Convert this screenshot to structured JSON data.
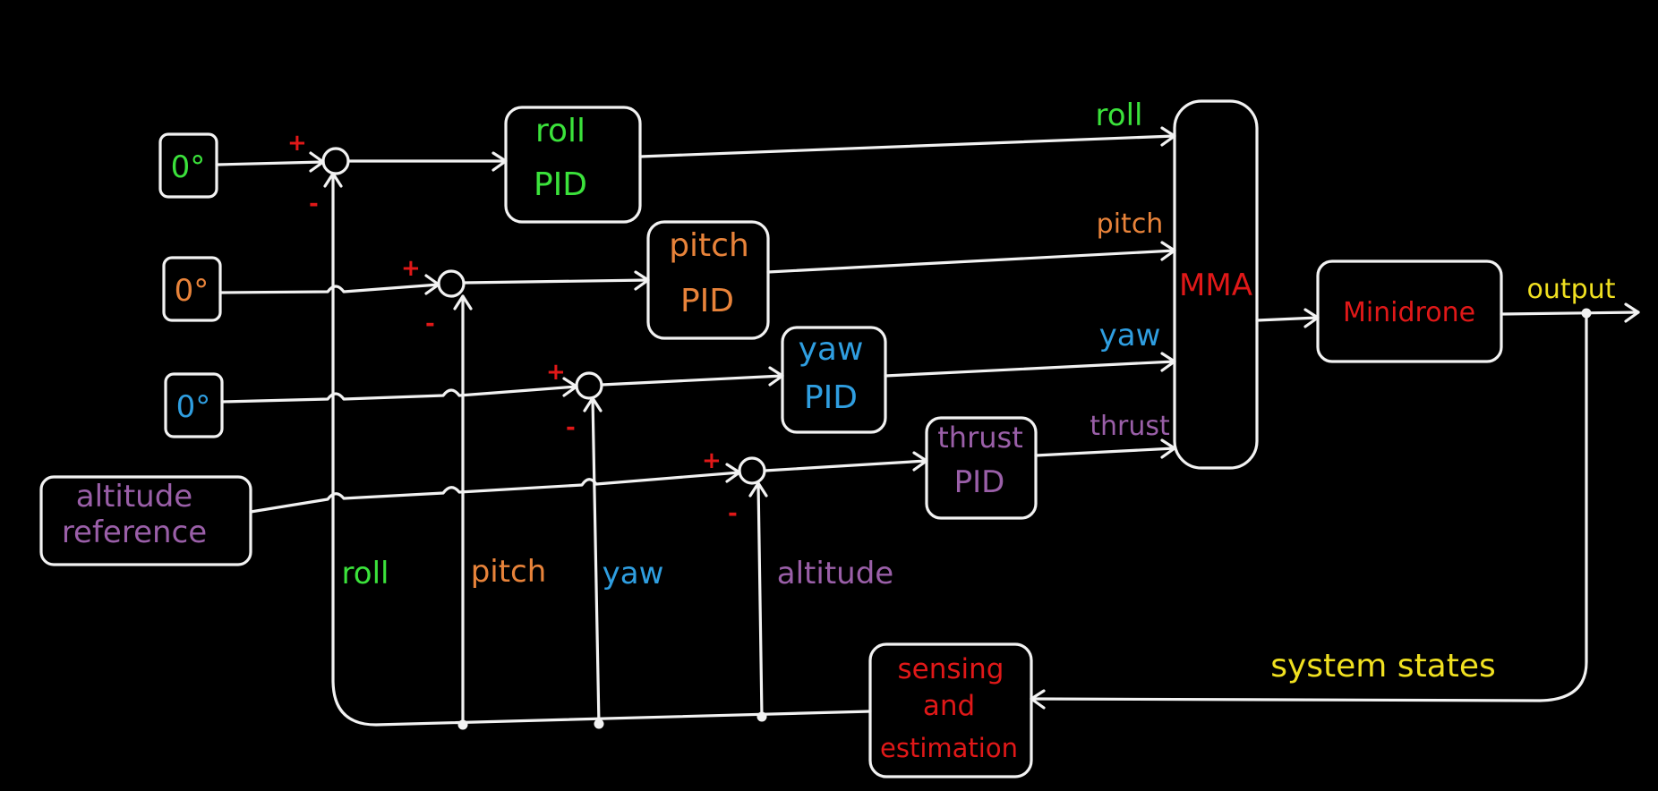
{
  "colors": {
    "background": "#000000",
    "line": "#f2f2f2",
    "roll": "#3be23b",
    "pitch": "#e8833a",
    "yaw": "#2f9ee0",
    "thrust": "#9a5fa8",
    "red": "#e01818",
    "yellow": "#f0e020"
  },
  "references": {
    "roll": "0°",
    "pitch": "0°",
    "yaw": "0°",
    "altitude_line1": "altitude",
    "altitude_line2": "reference"
  },
  "controllers": {
    "roll_name": "roll",
    "pitch_name": "pitch",
    "yaw_name": "yaw",
    "thrust_name": "thrust",
    "pid": "PID"
  },
  "mixer_inputs": {
    "roll": "roll",
    "pitch": "pitch",
    "yaw": "yaw",
    "thrust": "thrust"
  },
  "mixer": "MMA",
  "plant": "Minidrone",
  "output": "output",
  "feedback_label": "system states",
  "estimator": {
    "line1": "sensing",
    "line2": "and",
    "line3": "estimation"
  },
  "feedback_signals": {
    "roll": "roll",
    "pitch": "pitch",
    "yaw": "yaw",
    "altitude": "altitude"
  },
  "signs": {
    "plus": "+",
    "minus": "-"
  }
}
